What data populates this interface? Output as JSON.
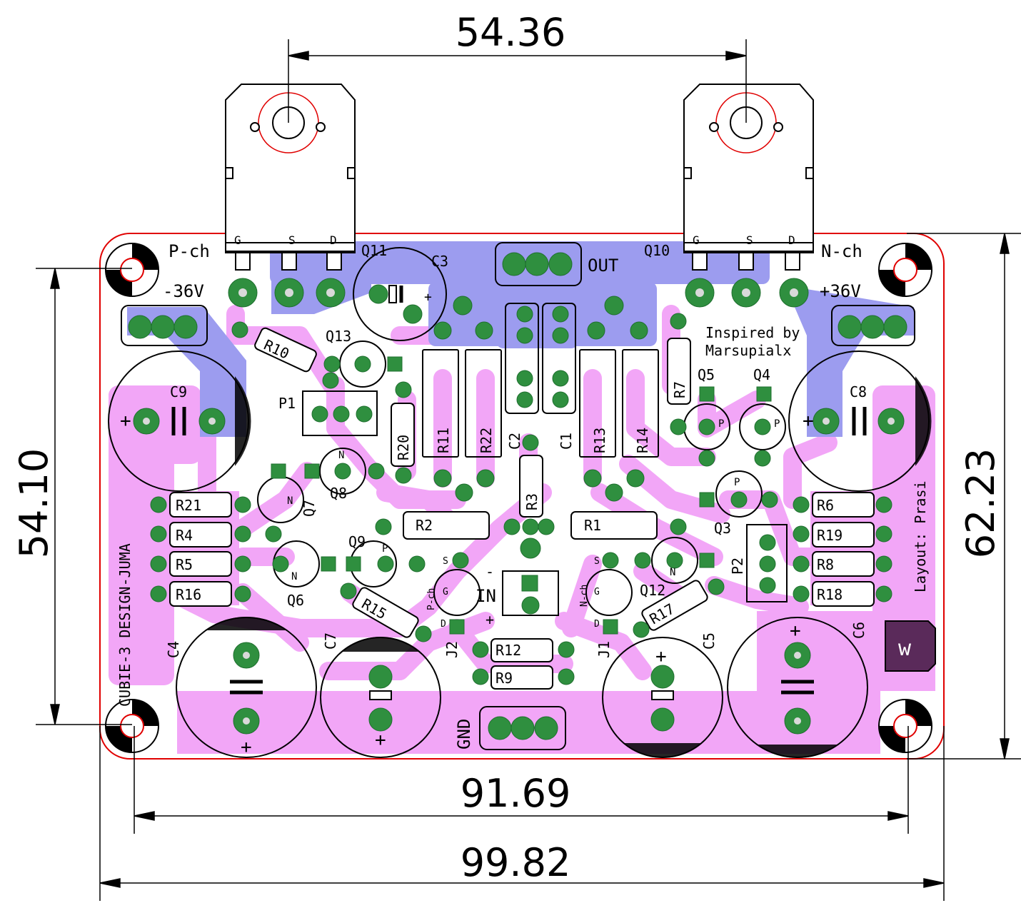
{
  "dimensions": {
    "top_width": "54.36",
    "left_height": "54.10",
    "right_height": "62.23",
    "inner_width": "91.69",
    "outer_width": "99.82"
  },
  "labels": {
    "pch": "P-ch",
    "nch": "N-ch",
    "neg_rail": "-36V",
    "pos_rail": "+36V",
    "out": "OUT",
    "gnd": "GND",
    "in": "IN",
    "inspired1": "Inspired by",
    "inspired2": "Marsupialx",
    "layout": "Layout: Prasi",
    "design": "CUBIE-3  DESIGN-JUMA",
    "pin_g": "G",
    "pin_s": "S",
    "pin_d": "D",
    "plus": "+",
    "minus": "-",
    "pch_small": "P-ch",
    "nch_small": "N-ch",
    "p": "P",
    "n": "N",
    "logo": "w"
  },
  "refdes": {
    "q11": "Q11",
    "q10": "Q10",
    "q13": "Q13",
    "q5": "Q5",
    "q4": "Q4",
    "q8": "Q8",
    "q7": "Q7",
    "q9": "Q9",
    "q6": "Q6",
    "q12": "Q12",
    "q3": "Q3",
    "c3": "C3",
    "c9": "C9",
    "c8": "C8",
    "c4": "C4",
    "c7": "C7",
    "c5": "C5",
    "c6": "C6",
    "c1": "C1",
    "c2": "C2",
    "p1": "P1",
    "p2": "P2",
    "j1": "J1",
    "j2": "J2",
    "r1": "R1",
    "r2": "R2",
    "r3": "R3",
    "r4": "R4",
    "r5": "R5",
    "r6": "R6",
    "r7": "R7",
    "r8": "R8",
    "r9": "R9",
    "r10": "R10",
    "r11": "R11",
    "r12": "R12",
    "r13": "R13",
    "r14": "R14",
    "r15": "R15",
    "r16": "R16",
    "r17": "R17",
    "r18": "R18",
    "r19": "R19",
    "r20": "R20",
    "r21": "R21",
    "r22": "R22"
  },
  "colors": {
    "board_outline": "#e00000",
    "back_copper": "#f2a6f7",
    "front_copper": "#9c9cef",
    "pad": "#2f8f3f",
    "pad_hole": "#d9d9d9",
    "silkscreen": "#000000"
  }
}
